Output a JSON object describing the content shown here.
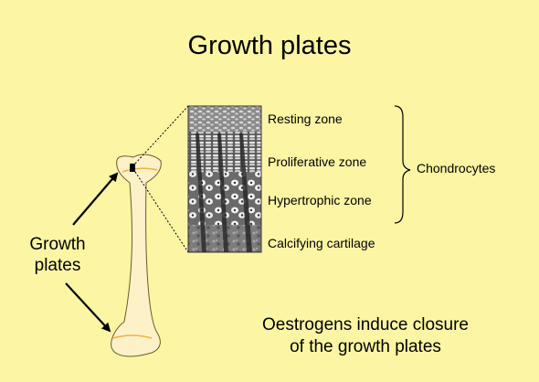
{
  "slide": {
    "title": "Growth plates",
    "zones": [
      {
        "label": "Resting zone"
      },
      {
        "label": "Proliferative zone"
      },
      {
        "label": "Hypertrophic zone"
      },
      {
        "label": "Calcifying cartilage"
      }
    ],
    "group_label": "Chondrocytes",
    "bone_label": {
      "line1": "Growth",
      "line2": "plates"
    },
    "footnote": {
      "line1": "Oestrogens induce closure",
      "line2": "of the growth plates"
    }
  },
  "colors": {
    "background": "#fcf6a4",
    "bone_fill": "#fdf1c7",
    "growth_plate_line": "#f0b040"
  }
}
